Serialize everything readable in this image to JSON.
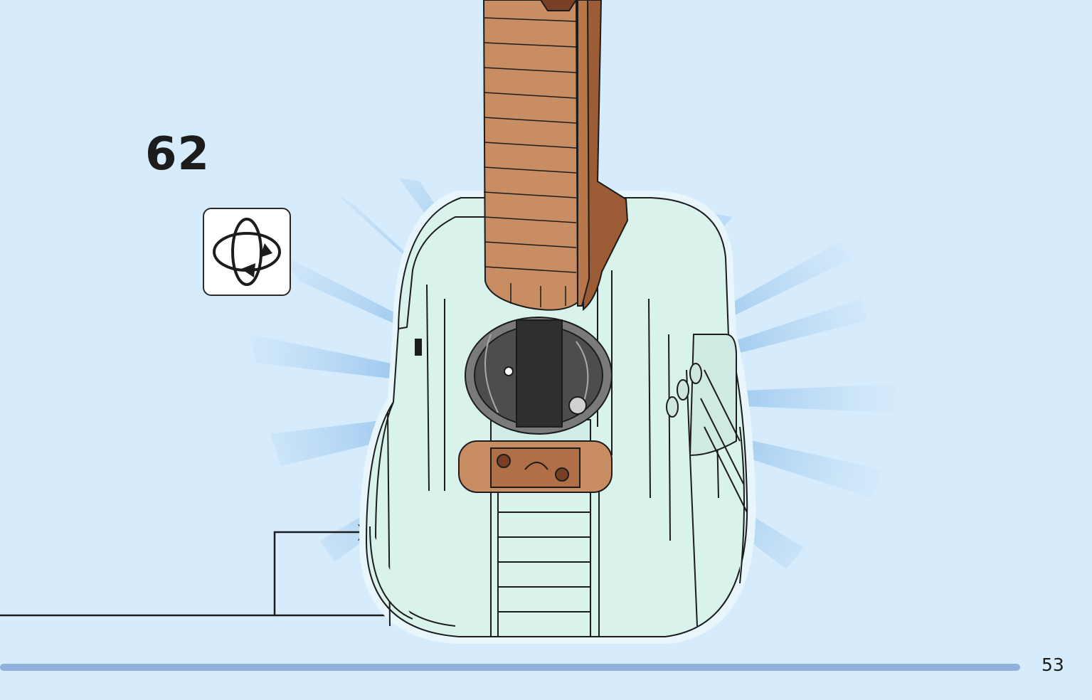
{
  "step": {
    "number": "62"
  },
  "rotate_icon": "rotate-model-icon",
  "page": {
    "number": "53",
    "progress": 1.0
  },
  "colors": {
    "background": "#d6ebfb",
    "body": "#d9f2ec",
    "neck": "#c98d63",
    "neck_dark": "#9c5c36",
    "outline": "#1c1c1c",
    "progress": "#8fb1dc"
  }
}
